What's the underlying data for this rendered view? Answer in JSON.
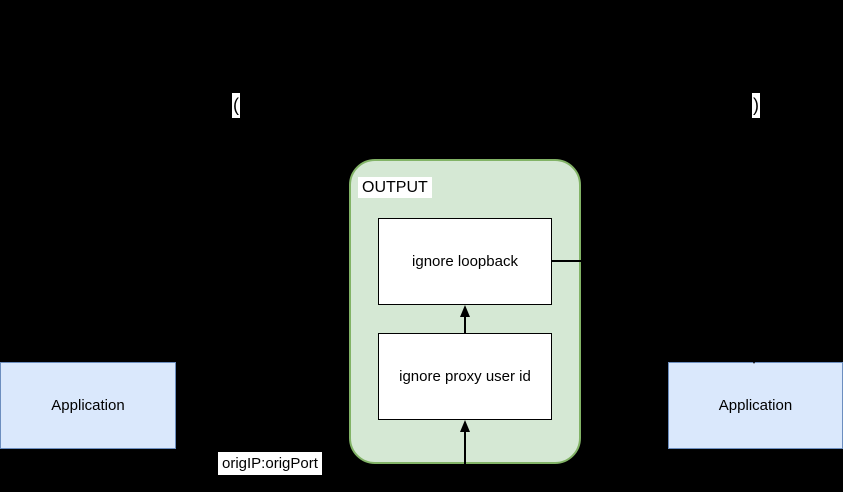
{
  "diagram": {
    "background": "#000000",
    "edge_labels": {
      "paren_open": "(",
      "paren_close": ")",
      "orig_endpoint": "origIP:origPort"
    },
    "output_group": {
      "title": "OUTPUT",
      "fill": "#d5e8d4",
      "stroke": "#82b366",
      "nodes": [
        {
          "label": "ignore loopback"
        },
        {
          "label": "ignore proxy user id"
        }
      ]
    },
    "applications": {
      "fill": "#dae8fc",
      "stroke": "#6c8ebf",
      "left": {
        "label": "Application"
      },
      "right": {
        "label": "Application"
      }
    },
    "node_style": {
      "fill": "#ffffff",
      "stroke": "#000000"
    },
    "connector_color": "#000000"
  }
}
